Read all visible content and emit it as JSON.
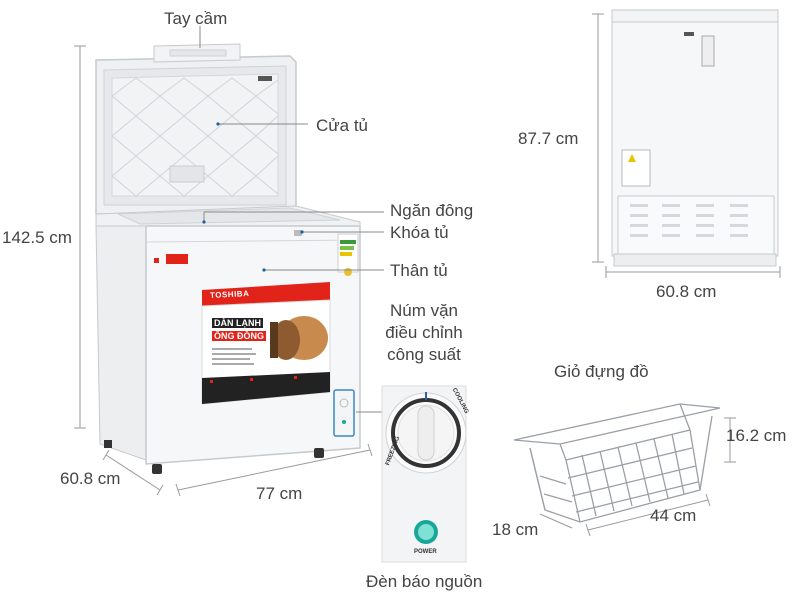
{
  "labels": {
    "handle": "Tay cầm",
    "door": "Cửa tủ",
    "freezer_compartment": "Ngăn đông",
    "lock": "Khóa tủ",
    "body": "Thân tủ",
    "knob": [
      "Núm vặn",
      "điều chỉnh",
      "công suất"
    ],
    "power_light": "Đèn báo nguồn",
    "basket": "Giỏ đựng đồ"
  },
  "dimensions": {
    "front_height": "142.5 cm",
    "front_depth": "60.8 cm",
    "front_width": "77 cm",
    "side_height": "87.7 cm",
    "side_width": "60.8 cm",
    "basket_height": "16.2 cm",
    "basket_depth": "18 cm",
    "basket_width": "44 cm"
  },
  "product": {
    "brand": "TOSHIBA",
    "banner_line1": "DÀN LẠNH",
    "banner_line2": "ỐNG ĐỒNG",
    "knob_cooling": "COOLING",
    "knob_freezing": "FREEZING",
    "power_label": "POWER"
  },
  "colors": {
    "brand_red": "#e2231a",
    "appliance_white": "#f4f5f6",
    "outline": "#c9ccd0",
    "dimension_line": "#9a9a9a",
    "power_teal": "#1aa79a"
  }
}
